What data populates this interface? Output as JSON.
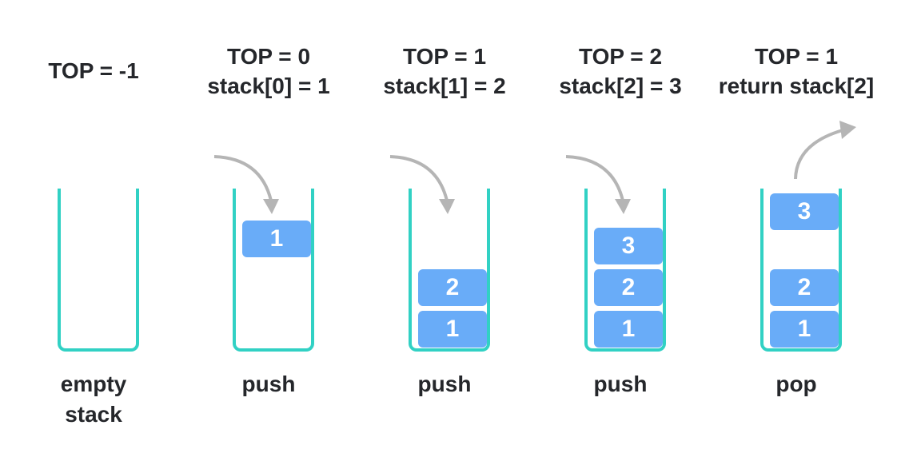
{
  "stages": [
    {
      "header": [
        "TOP = -1"
      ],
      "caption": [
        "empty",
        "stack"
      ],
      "blocks": [],
      "arrow": "none"
    },
    {
      "header": [
        "TOP = 0",
        "stack[0] = 1"
      ],
      "caption": [
        "push"
      ],
      "blocks": [
        "1"
      ],
      "arrow": "in"
    },
    {
      "header": [
        "TOP = 1",
        "stack[1] = 2"
      ],
      "caption": [
        "push"
      ],
      "blocks": [
        "1",
        "2"
      ],
      "arrow": "in"
    },
    {
      "header": [
        "TOP = 2",
        "stack[2] = 3"
      ],
      "caption": [
        "push"
      ],
      "blocks": [
        "1",
        "2",
        "3"
      ],
      "arrow": "in"
    },
    {
      "header": [
        "TOP = 1",
        "return stack[2]"
      ],
      "caption": [
        "pop"
      ],
      "blocks": [
        "1",
        "2"
      ],
      "popped": "3",
      "arrow": "out"
    }
  ],
  "colors": {
    "container": "#31d1c4",
    "block": "#69acf8",
    "arrow": "#b5b5b5",
    "text": "#25272b"
  }
}
